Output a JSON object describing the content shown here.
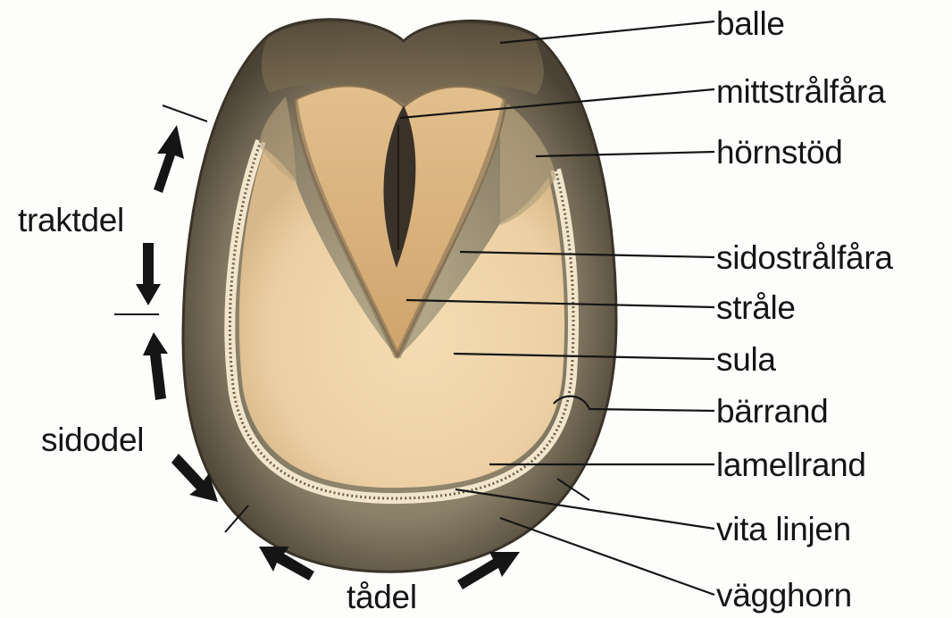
{
  "diagram": {
    "callouts": [
      {
        "key": "balle",
        "text": "balle"
      },
      {
        "key": "mittstralfara",
        "text": "mittstrålfåra"
      },
      {
        "key": "hornstod",
        "text": "hörnstöd"
      },
      {
        "key": "sidostralfara",
        "text": "sidostrålfåra"
      },
      {
        "key": "strale",
        "text": "stråle"
      },
      {
        "key": "sula",
        "text": "sula"
      },
      {
        "key": "barrand",
        "text": "bärrand"
      },
      {
        "key": "lamellrand",
        "text": "lamellrand"
      },
      {
        "key": "vitalinjen",
        "text": "vita linjen"
      },
      {
        "key": "vagghorn",
        "text": "vägghorn"
      }
    ],
    "regions": {
      "traktdel": "traktdel",
      "sidodel": "sidodel",
      "tadel": "tådel"
    }
  },
  "colors": {
    "wall_dark": "#4a4234",
    "wall_mid": "#8a7f68",
    "sole": "#ecd0a4",
    "frog": "#d9b27c",
    "sulcus": "#3a3228",
    "white_line": "#f1e6cc",
    "ink": "#151515"
  }
}
